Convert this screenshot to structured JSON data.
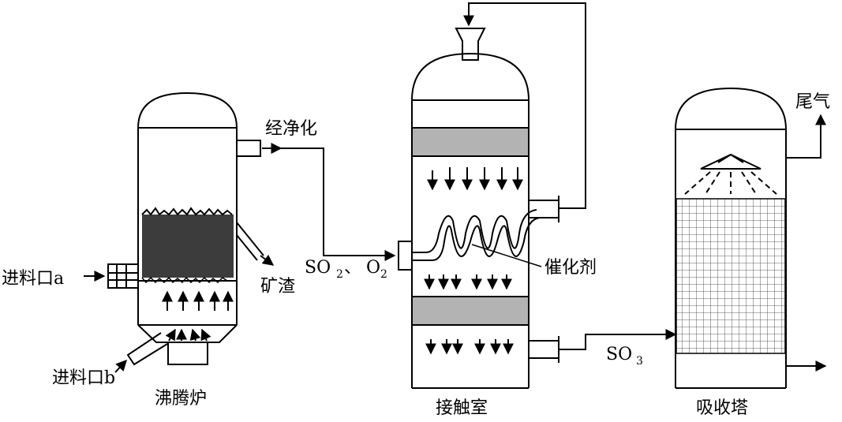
{
  "labels": {
    "inlet_a": "进料口a",
    "inlet_b": "进料口b",
    "furnace": "沸腾炉",
    "slag": "矿渣",
    "purify": "经净化",
    "so2_main": "SO",
    "so2_sub": "2",
    "sep": "、",
    "o2_main": "O",
    "o2_sub": "2",
    "catalyst": "催化剂",
    "contact_chamber": "接触室",
    "so3_main": "SO",
    "so3_sub": "3",
    "tail_gas": "尾气",
    "absorption_tower": "吸收塔"
  },
  "colors": {
    "line": "#000000",
    "catalyst_bed": "#b3b3b3",
    "background": "#ffffff"
  }
}
